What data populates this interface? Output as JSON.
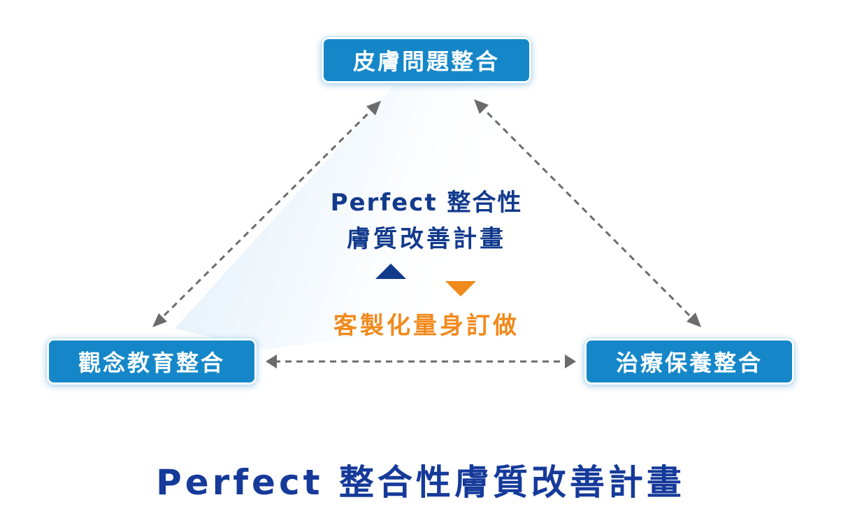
{
  "nodes": {
    "top": "皮膚問題整合",
    "left": "觀念教育整合",
    "right": "治療保養整合"
  },
  "center": {
    "line1": "Perfect 整合性",
    "line2": "膚質改善計畫",
    "custom": "客製化量身訂做"
  },
  "title": "Perfect 整合性膚質改善計畫",
  "colors": {
    "node_fill": "#1587c9",
    "center_text": "#123a8c",
    "up_triangle": "#123a8c",
    "down_triangle": "#f08a1c",
    "custom_text": "#f08a1c",
    "title_text": "#153a9a",
    "arrow": "#6b6b6b",
    "glow": "#d8eaf8"
  }
}
